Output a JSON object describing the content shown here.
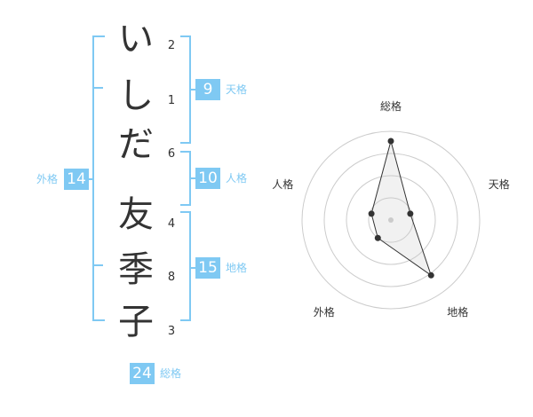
{
  "name": {
    "surname": [
      {
        "char": "い",
        "strokes": "2"
      },
      {
        "char": "し",
        "strokes": "1"
      },
      {
        "char": "だ",
        "strokes": "6"
      }
    ],
    "given": [
      {
        "char": "友",
        "strokes": "4"
      },
      {
        "char": "季",
        "strokes": "8"
      },
      {
        "char": "子",
        "strokes": "3"
      }
    ]
  },
  "fortune": {
    "tenkaku": {
      "value": "9",
      "label": "天格"
    },
    "jinkaku": {
      "value": "10",
      "label": "人格"
    },
    "chikaku": {
      "value": "15",
      "label": "地格"
    },
    "gaikaku": {
      "value": "14",
      "label": "外格"
    },
    "soukaku": {
      "value": "24",
      "label": "総格"
    }
  },
  "colors": {
    "accent": "#7fc9f3",
    "text": "#333333"
  },
  "radar": {
    "axes": [
      "総格",
      "天格",
      "地格",
      "外格",
      "人格"
    ],
    "values": [
      0.89,
      0.23,
      0.77,
      0.25,
      0.23
    ],
    "rings": 4
  }
}
